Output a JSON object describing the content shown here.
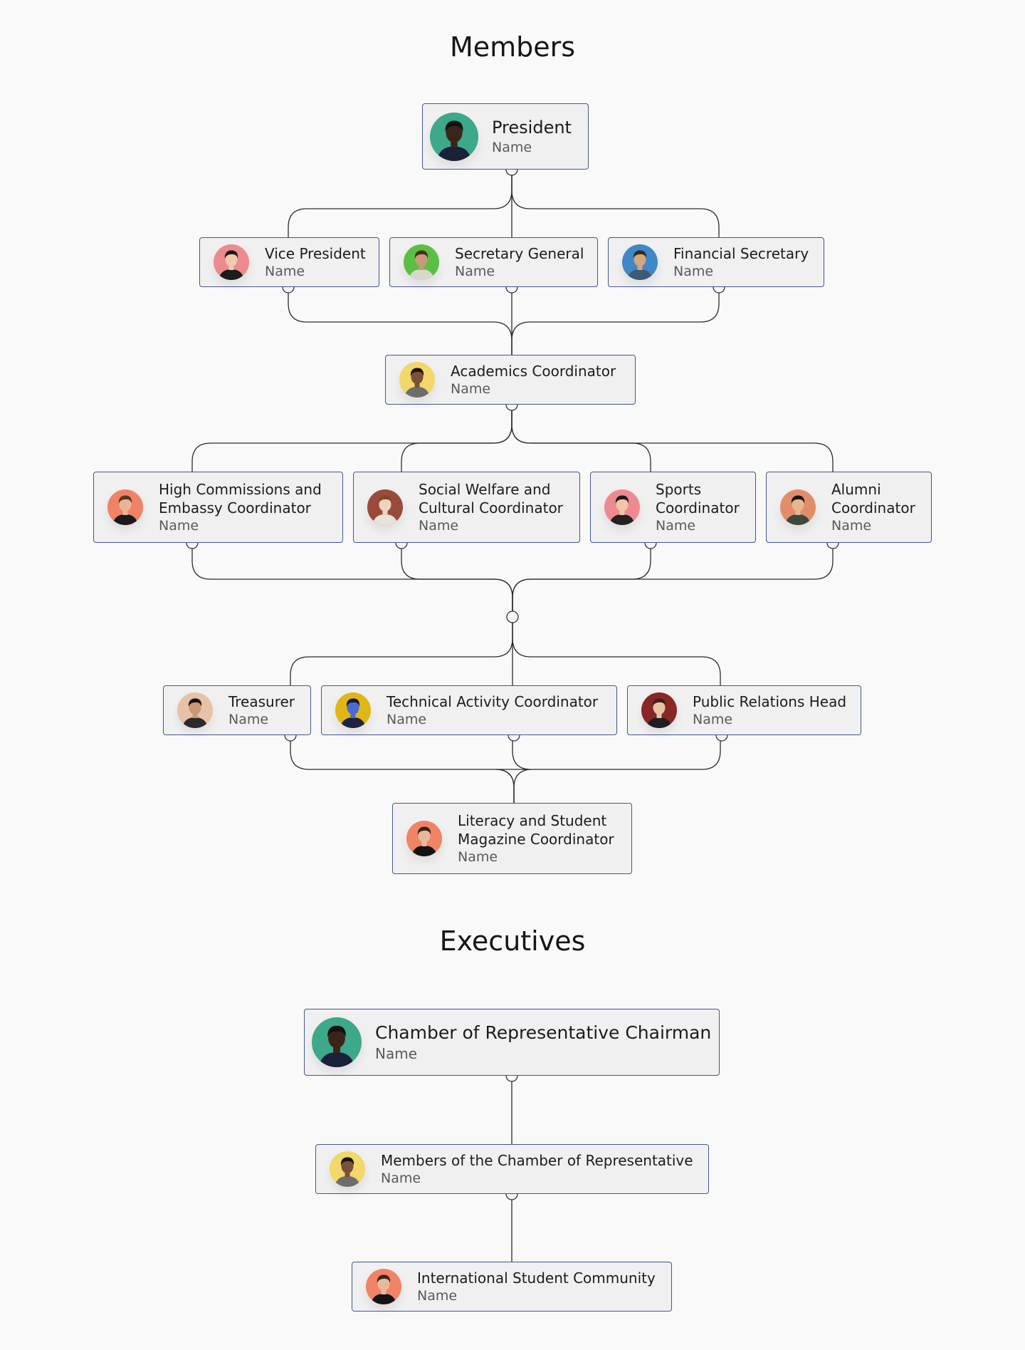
{
  "sections": {
    "members_title": "Members",
    "executives_title": "Executives"
  },
  "members": {
    "president": {
      "role": "President",
      "name": "Name",
      "avatar_bg": "#3da88a",
      "skin": "#3b2519",
      "hair": "#111111",
      "shirt": "#1a1f3a"
    },
    "vice_president": {
      "role": "Vice President",
      "name": "Name",
      "avatar_bg": "#ee8a8f",
      "skin": "#f1c9ad",
      "hair": "#1a1a1a",
      "shirt": "#1c1c1c"
    },
    "secretary_general": {
      "role": "Secretary General",
      "name": "Name",
      "avatar_bg": "#5cbf45",
      "skin": "#c99a7a",
      "hair": "#4a2f1c",
      "shirt": "#d9d6cc"
    },
    "financial_secretary": {
      "role": "Financial Secretary",
      "name": "Name",
      "avatar_bg": "#3f88c7",
      "skin": "#d2a583",
      "hair": "#3a2a1c",
      "shirt": "#3e5a74"
    },
    "academics_coordinator": {
      "role": "Academics Coordinator",
      "name": "Name",
      "avatar_bg": "#f2d76a",
      "skin": "#7a5038",
      "hair": "#1a1410",
      "shirt": "#6d6d6d"
    },
    "high_commissions": {
      "role_lines": [
        "High Commissions and",
        "Embassy Coordinator"
      ],
      "name": "Name",
      "avatar_bg": "#f08366",
      "skin": "#e7b595",
      "hair": "#5a3520",
      "shirt": "#1a1a1a"
    },
    "social_welfare": {
      "role_lines": [
        "Social Welfare and",
        "Cultural Coordinator"
      ],
      "name": "Name",
      "avatar_bg": "#9a4a3c",
      "skin": "#f1d2bd",
      "hair": "#7b4a2a",
      "shirt": "#e8e3da"
    },
    "sports": {
      "role_lines": [
        "Sports",
        "Coordinator"
      ],
      "name": "Name",
      "avatar_bg": "#ee8a8f",
      "skin": "#f2c5a4",
      "hair": "#1a1a1a",
      "shirt": "#222222"
    },
    "alumni": {
      "role_lines": [
        "Alumni",
        "Coordinator"
      ],
      "name": "Name",
      "avatar_bg": "#e28d6a",
      "skin": "#e8b591",
      "hair": "#1b1410",
      "shirt": "#3c4a3a"
    },
    "treasurer": {
      "role": "Treasurer",
      "name": "Name",
      "avatar_bg": "#e8c2a6",
      "skin": "#c99877",
      "hair": "#141414",
      "shirt": "#2a2a2a"
    },
    "technical_activity": {
      "role": "Technical Activity Coordinator",
      "name": "Name",
      "avatar_bg": "#e0b617",
      "skin": "#4a6bd0",
      "hair": "#141a3a",
      "shirt": "#1c2240"
    },
    "public_relations": {
      "role": "Public Relations Head",
      "name": "Name",
      "avatar_bg": "#8b2626",
      "skin": "#e9c3a6",
      "hair": "#3a2416",
      "shirt": "#1f1f1f"
    },
    "literacy_magazine": {
      "role_lines": [
        "Literacy and Student",
        "Magazine Coordinator"
      ],
      "name": "Name",
      "avatar_bg": "#f08366",
      "skin": "#e8b89a",
      "hair": "#3a2418",
      "shirt": "#141414"
    }
  },
  "executives": {
    "chairman": {
      "role": "Chamber of Representative Chairman",
      "name": "Name",
      "avatar_bg": "#3da88a",
      "skin": "#3b2519",
      "hair": "#111111",
      "shirt": "#1a1f3a"
    },
    "chamber_members": {
      "role": "Members of the Chamber of Representative",
      "name": "Name",
      "avatar_bg": "#f2d76a",
      "skin": "#7a5038",
      "hair": "#1a1410",
      "shirt": "#6d6d6d"
    },
    "intl_community": {
      "role": "International Student Community",
      "name": "Name",
      "avatar_bg": "#f08366",
      "skin": "#e8b89a",
      "hair": "#3a2418",
      "shirt": "#141414"
    }
  },
  "colors": {
    "card_border": "#44578e",
    "card_bg": "#f0f0f0",
    "connector": "#2b2b2b",
    "page_bg": "#f9f9f9"
  }
}
